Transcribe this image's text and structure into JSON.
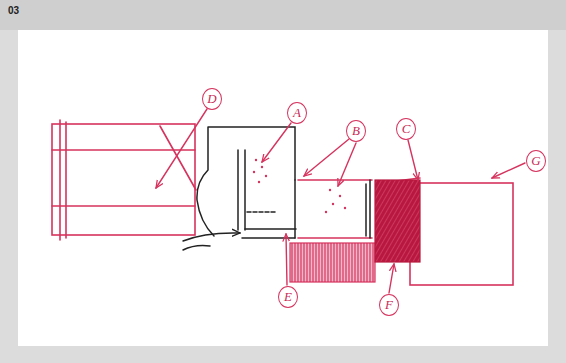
{
  "diagram": {
    "title": "03",
    "labels": [
      "D",
      "A",
      "B",
      "C",
      "G",
      "E",
      "F"
    ]
  }
}
